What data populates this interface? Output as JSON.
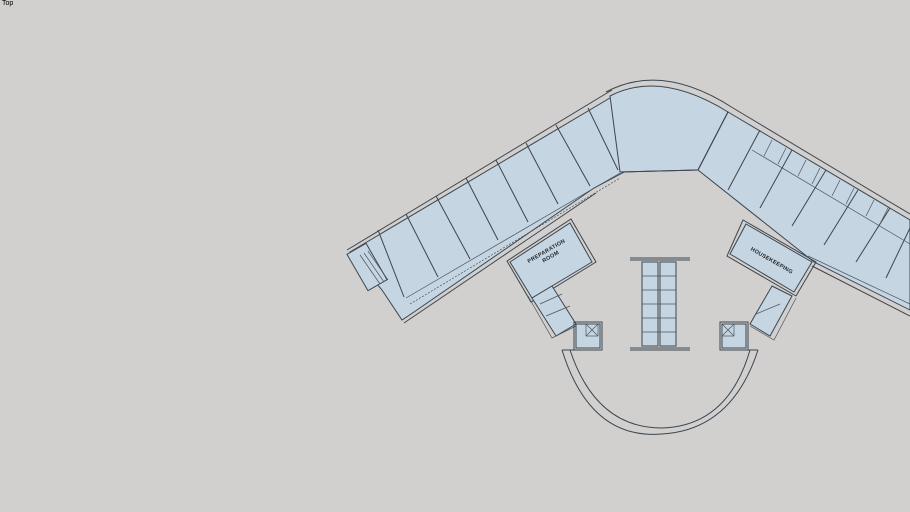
{
  "viewport": {
    "view_label": "Top",
    "background_color": "#d1d0ce",
    "room_fill_color": "#c5d5e1",
    "wall_color": "#3c4650"
  },
  "floorplan": {
    "rooms": {
      "preparation_line1": "PREPARATION",
      "preparation_line2": "ROOM",
      "housekeeping": "HOUSEKEEPING"
    }
  }
}
